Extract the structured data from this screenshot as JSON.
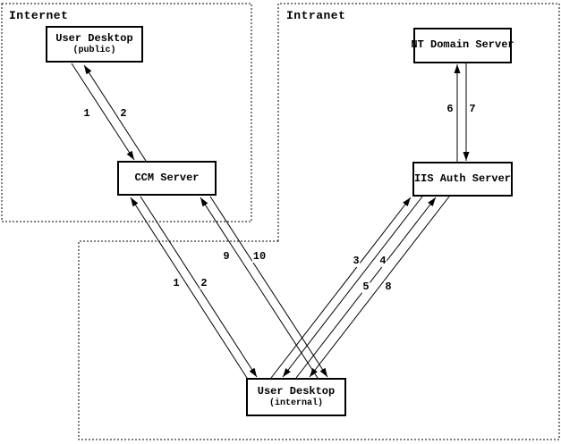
{
  "diagram": {
    "zones": [
      {
        "id": "internet",
        "label": "Internet"
      },
      {
        "id": "intranet",
        "label": "Intranet"
      }
    ],
    "nodes": [
      {
        "id": "user-desktop-public",
        "title": "User Desktop",
        "subtitle": "(public)"
      },
      {
        "id": "ccm-server",
        "title": "CCM Server",
        "subtitle": ""
      },
      {
        "id": "nt-domain-server",
        "title": "NT Domain Server",
        "subtitle": ""
      },
      {
        "id": "iis-auth-server",
        "title": "IIS Auth Server",
        "subtitle": ""
      },
      {
        "id": "user-desktop-internal",
        "title": "User Desktop",
        "subtitle": "(internal)"
      }
    ],
    "edges": [
      {
        "from": "user-desktop-public",
        "to": "ccm-server",
        "label": "1"
      },
      {
        "from": "ccm-server",
        "to": "user-desktop-public",
        "label": "2"
      },
      {
        "from": "user-desktop-internal",
        "to": "ccm-server",
        "label": "1"
      },
      {
        "from": "ccm-server",
        "to": "user-desktop-internal",
        "label": "2"
      },
      {
        "from": "user-desktop-internal",
        "to": "iis-auth-server",
        "label": "3"
      },
      {
        "from": "iis-auth-server",
        "to": "user-desktop-internal",
        "label": "4"
      },
      {
        "from": "user-desktop-internal",
        "to": "iis-auth-server",
        "label": "5"
      },
      {
        "from": "iis-auth-server",
        "to": "nt-domain-server",
        "label": "6"
      },
      {
        "from": "nt-domain-server",
        "to": "iis-auth-server",
        "label": "7"
      },
      {
        "from": "iis-auth-server",
        "to": "user-desktop-internal",
        "label": "8"
      },
      {
        "from": "user-desktop-internal",
        "to": "ccm-server",
        "label": "9"
      },
      {
        "from": "ccm-server",
        "to": "user-desktop-internal",
        "label": "10"
      }
    ],
    "colors": {
      "line": "#000000",
      "background": "#ffffff"
    }
  }
}
